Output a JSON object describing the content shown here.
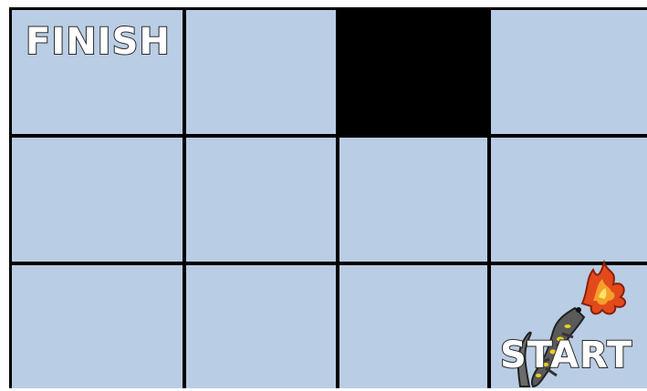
{
  "board": {
    "rows": 3,
    "cols": 4,
    "cell_color": "#b9cde4",
    "grid_color": "#000000",
    "blocked_cells": [
      [
        0,
        2
      ]
    ]
  },
  "labels": {
    "finish": "FINISH",
    "start": "START"
  },
  "player": {
    "icon": "fire-breathing-salamander-icon",
    "position": [
      2,
      3
    ]
  }
}
